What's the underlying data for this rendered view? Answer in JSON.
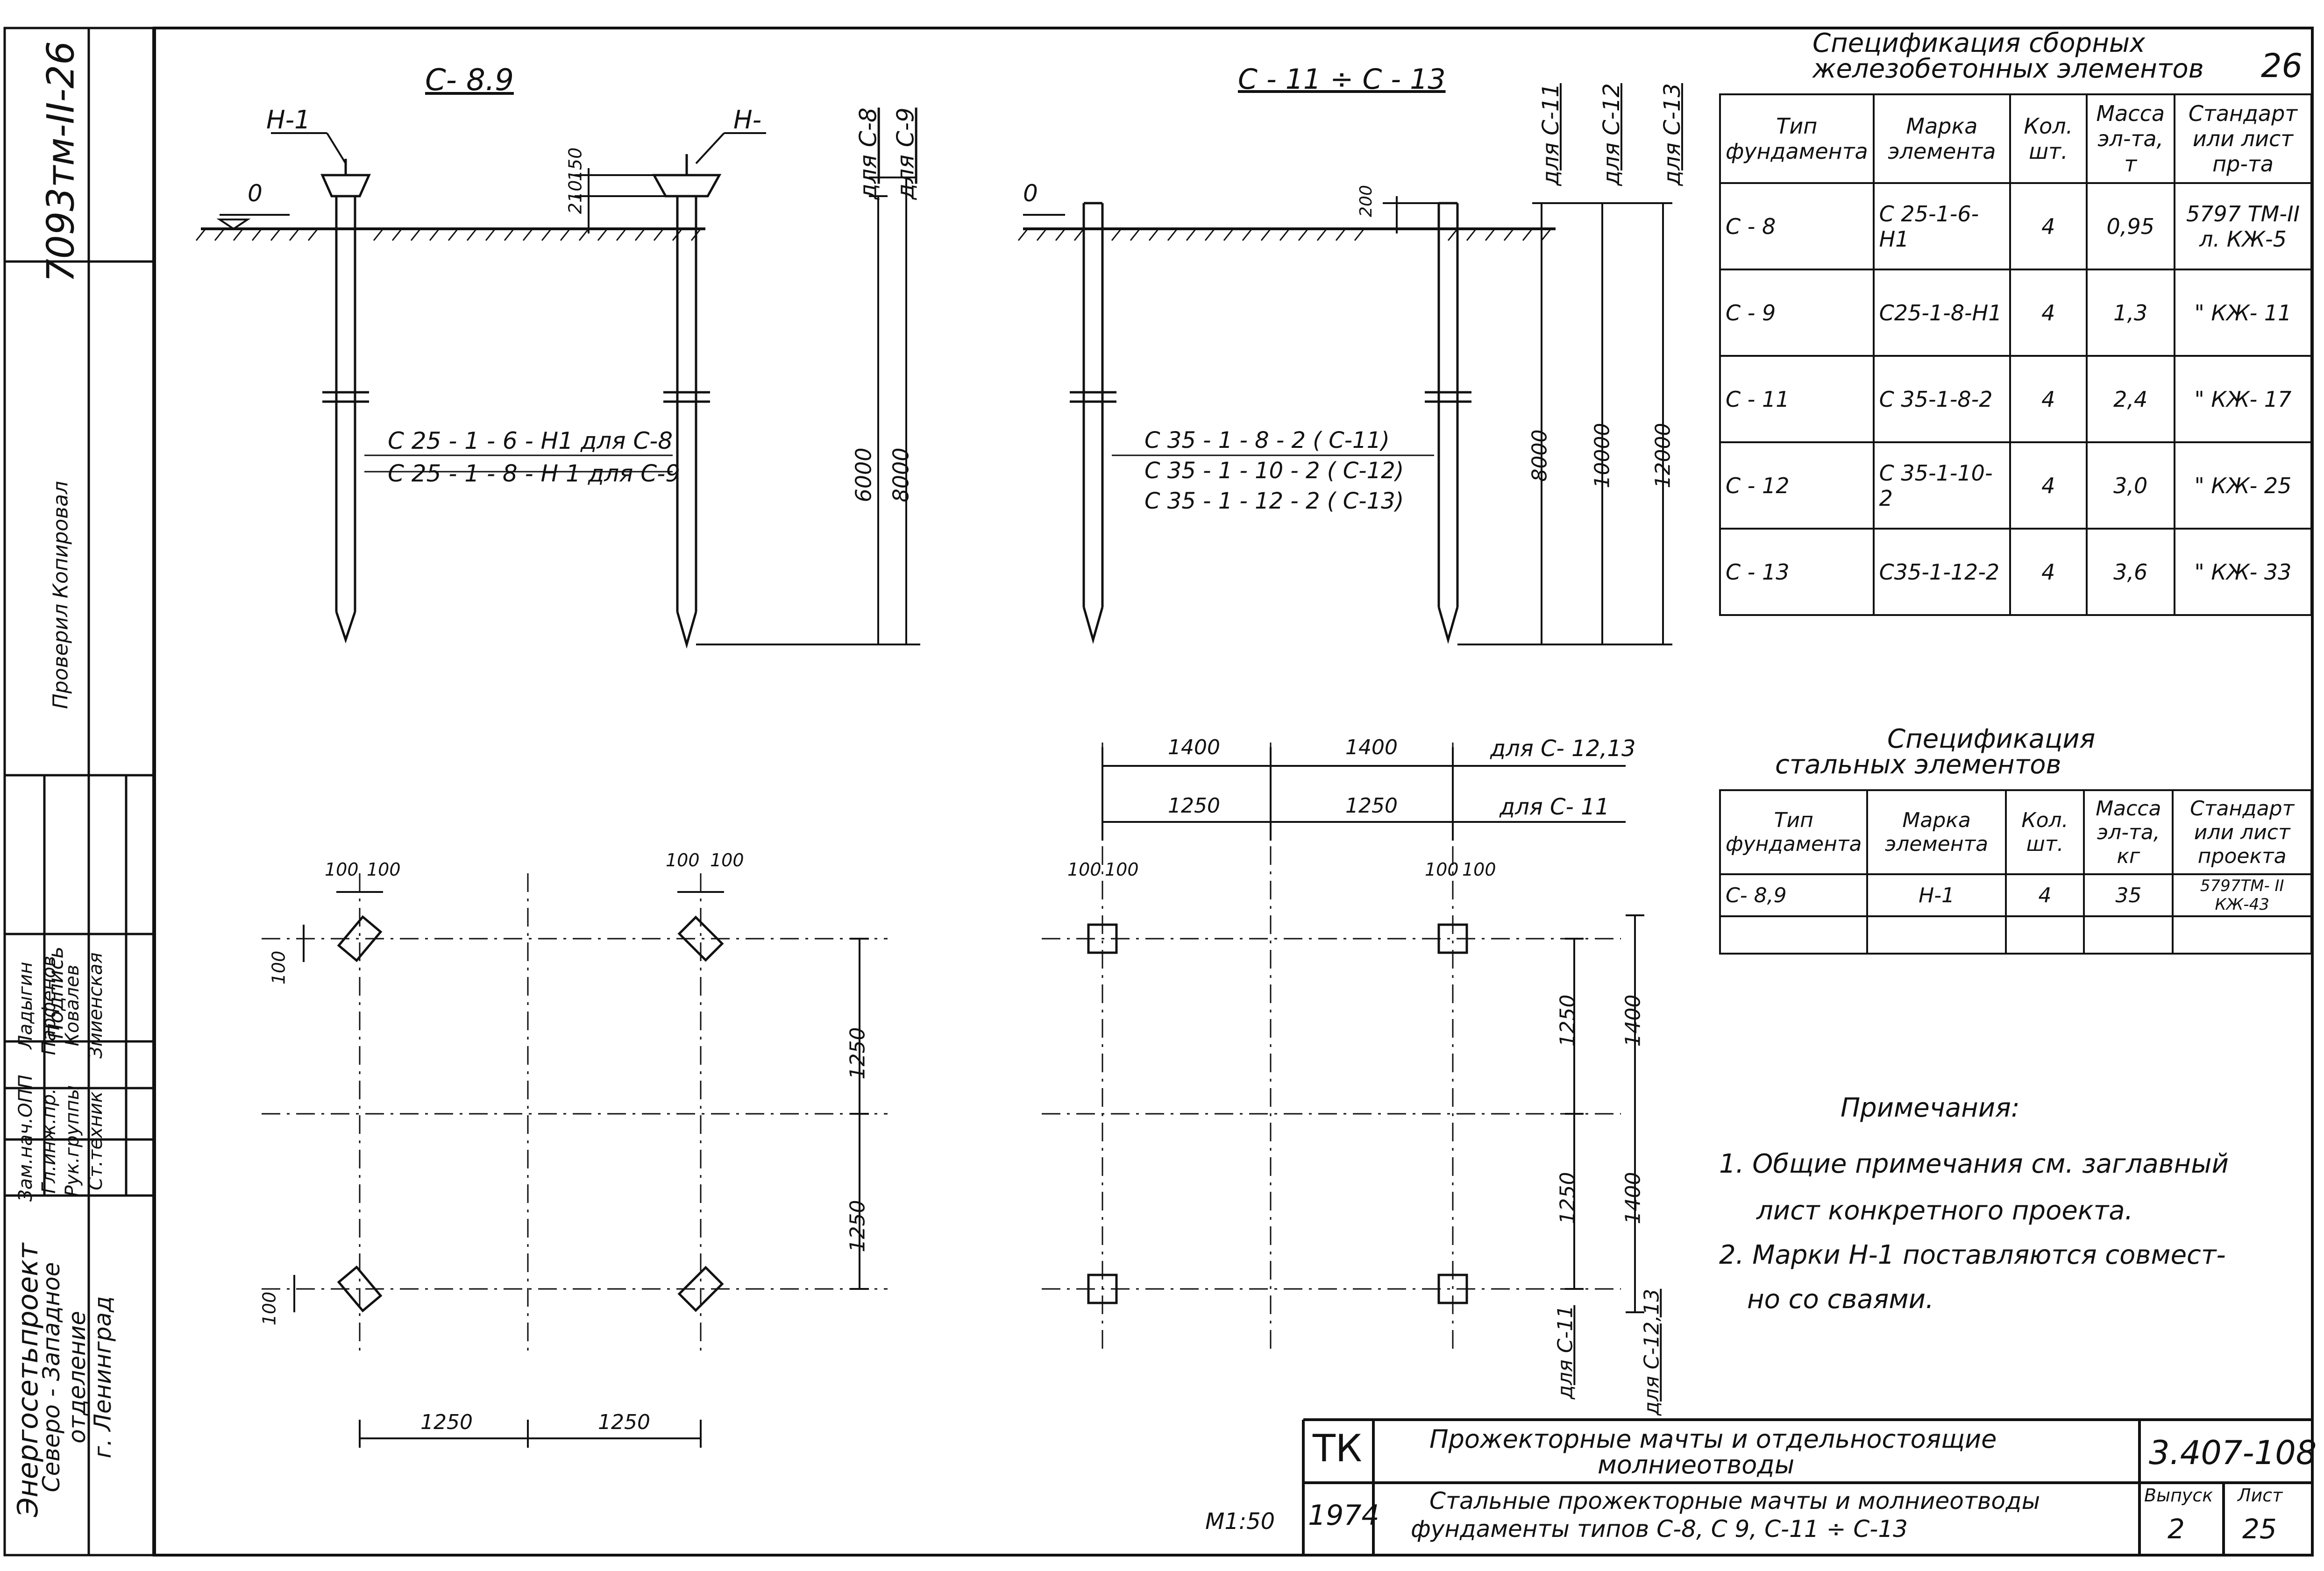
{
  "frame": {
    "sheet_top_number": "26",
    "project_code": "7093тм-II-26"
  },
  "pile_drawings": {
    "left": {
      "title": "С- 8.9",
      "marker_label": "Н-1",
      "marker_label_2": "Н-",
      "ground_label": "0",
      "dim_top": "210",
      "dim_top_2": "150",
      "dim_1": "6000",
      "dim_2": "8000",
      "label_c8": "для С-8",
      "label_c9": "для С-9",
      "pile_note_1": "С 25 - 1 - 6 - Н1  для  С-8",
      "pile_note_2": "С 25 - 1 - 8 - Н 1  для  С-9"
    },
    "right": {
      "title": "С - 11 ÷ С - 13",
      "ground_label": "0",
      "dim_top": "200",
      "dim_1": "8000",
      "dim_2": "10000",
      "dim_3": "12000",
      "label_c11": "для С-11",
      "label_c12": "для С-12",
      "label_c13": "для С-13",
      "pile_note_1": "С 35 - 1 - 8 - 2   ( С-11)",
      "pile_note_2": "С 35 - 1 - 10 - 2   ( С-12)",
      "pile_note_3": "С 35 - 1 - 12 - 2   ( С-13)"
    }
  },
  "plans": {
    "left": {
      "d100": "100",
      "d1250": "1250"
    },
    "right": {
      "d1400": "1400",
      "d1250": "1250",
      "d100": "100",
      "label_c1213": "для С- 12,13",
      "label_c11": "для С- 11",
      "label_c11_v": "для С-11",
      "label_c1213_v": "для С-12,13"
    }
  },
  "precast_spec": {
    "title_line1": "Спецификация сборных",
    "title_line2": "железобетонных элементов",
    "headers": [
      "Тип фундамента",
      "Марка элемента",
      "Кол. шт.",
      "Масса эл-та, т",
      "Стандарт или лист пр-та"
    ],
    "rows": [
      [
        "С - 8",
        "С 25-1-6-Н1",
        "4",
        "0,95",
        "5797 ТМ-II л. КЖ-5"
      ],
      [
        "С - 9",
        "С25-1-8-Н1",
        "4",
        "1,3",
        "\" КЖ- 11"
      ],
      [
        "С - 11",
        "С 35-1-8-2",
        "4",
        "2,4",
        "\" КЖ- 17"
      ],
      [
        "С - 12",
        "С 35-1-10-2",
        "4",
        "3,0",
        "\" КЖ- 25"
      ],
      [
        "С - 13",
        "С35-1-12-2",
        "4",
        "3,6",
        "\" КЖ- 33"
      ]
    ]
  },
  "steel_spec": {
    "title_line1": "Спецификация",
    "title_line2": "стальных элементов",
    "headers": [
      "Тип фундамента",
      "Марка элемента",
      "Кол. шт.",
      "Масса эл-та, кг",
      "Стандарт или лист проекта"
    ],
    "rows": [
      [
        "С- 8,9",
        "Н-1",
        "4",
        "35",
        "5797ТМ- II КЖ-43"
      ]
    ]
  },
  "notes": {
    "heading": "Примечания:",
    "line1": "1. Общие примечания см. заглавный",
    "line2": "лист конкретного проекта.",
    "line3": "2. Марки Н-1 поставляются совмест-",
    "line4": "но со сваями."
  },
  "title_block": {
    "tk": "ТК",
    "year": "1974",
    "scale": "М1:50",
    "title1_line1": "Прожекторные мачты и отдельностоящие",
    "title1_line2": "молниеотводы",
    "title2_line1": "Стальные прожекторные мачты и молниеотводы",
    "title2_line2": "фундаменты типов С-8, С 9, С-11 ÷ С-13",
    "album": "3.407-108",
    "issue_label": "Выпуск",
    "issue": "2",
    "sheet_label": "Лист",
    "sheet": "25"
  },
  "side_stamp": {
    "org_line1": "Энергосетьпроект",
    "org_line2": "Северо - Западное",
    "org_line3": "отделение",
    "org_line4": "г. Ленинград",
    "roles": [
      "Зам.нач.ОПП",
      "Гл.инж.пр.",
      "Рук.группы",
      "Ст.техник"
    ],
    "names": [
      "Ладыгин",
      "Парфенов",
      "Ковалев",
      "Змиенская"
    ],
    "col_sign": "Подпись",
    "checked": "Проверил",
    "copied": "Копировал"
  }
}
